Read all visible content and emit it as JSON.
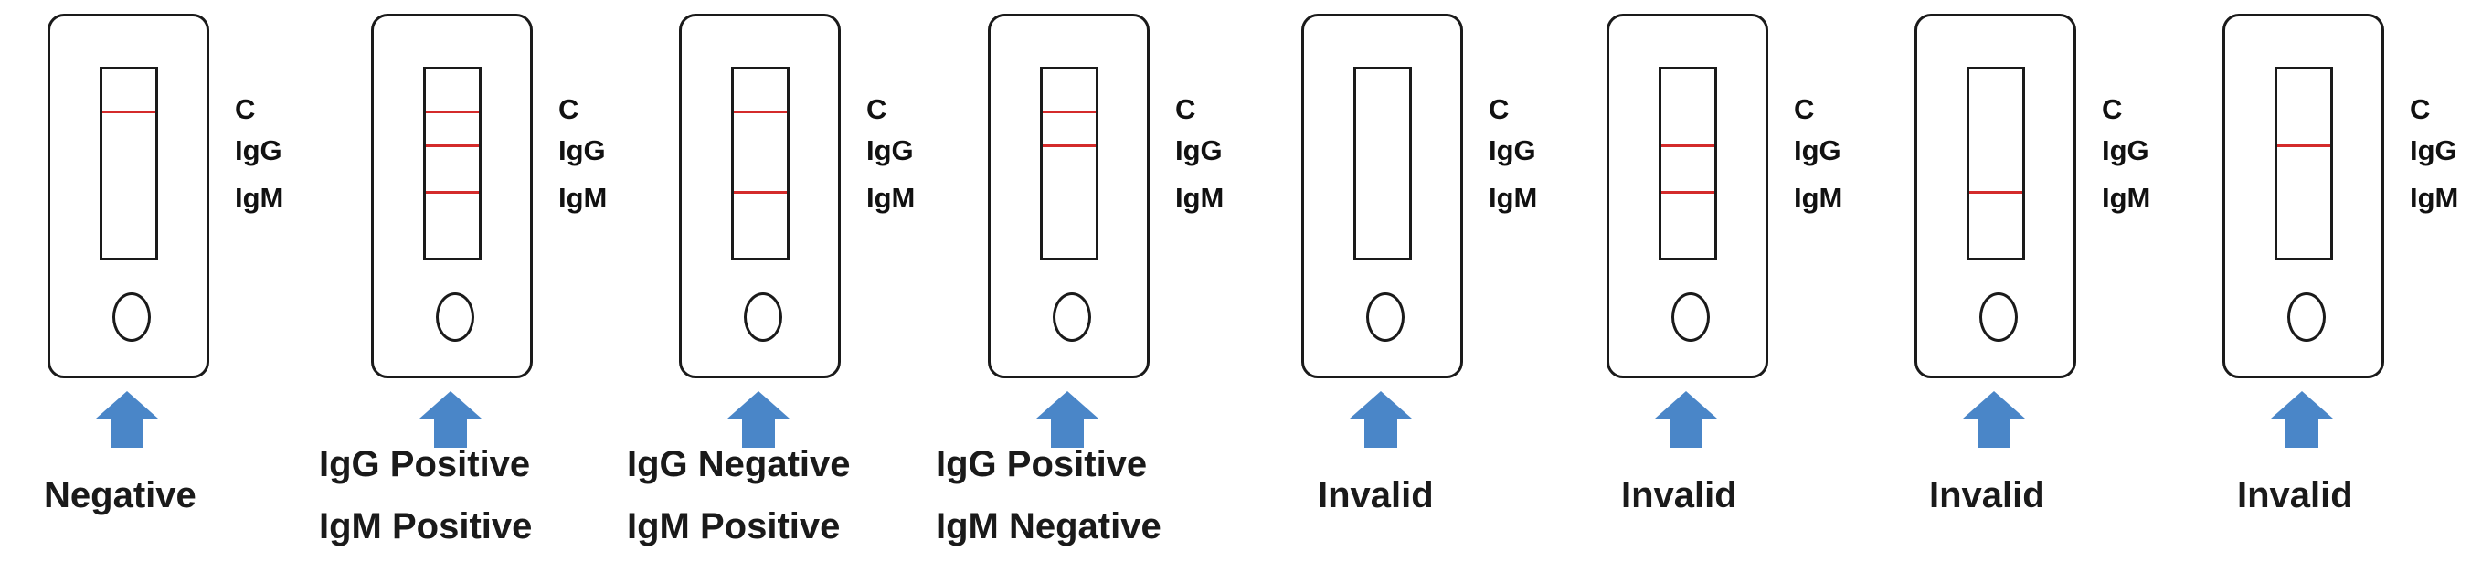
{
  "colors": {
    "outline": "#1a1a1a",
    "band": "#d42b2b",
    "arrow": "#4a86c8"
  },
  "line_labels": {
    "c": "C",
    "igg": "IgG",
    "igm": "IgM"
  },
  "panels": [
    {
      "bands": {
        "c": true,
        "igg": false,
        "igm": false
      },
      "result": [
        "Negative"
      ]
    },
    {
      "bands": {
        "c": true,
        "igg": true,
        "igm": true
      },
      "result": [
        "IgG Positive",
        "IgM Positive"
      ]
    },
    {
      "bands": {
        "c": true,
        "igg": false,
        "igm": true
      },
      "result": [
        "IgG Negative",
        "IgM Positive"
      ]
    },
    {
      "bands": {
        "c": true,
        "igg": true,
        "igm": false
      },
      "result": [
        "IgG Positive",
        "IgM Negative"
      ]
    },
    {
      "bands": {
        "c": false,
        "igg": false,
        "igm": false
      },
      "result": [
        "Invalid"
      ]
    },
    {
      "bands": {
        "c": false,
        "igg": true,
        "igm": true
      },
      "result": [
        "Invalid"
      ]
    },
    {
      "bands": {
        "c": false,
        "igg": false,
        "igm": true
      },
      "result": [
        "Invalid"
      ]
    },
    {
      "bands": {
        "c": false,
        "igg": true,
        "igm": false
      },
      "result": [
        "Invalid"
      ]
    }
  ]
}
